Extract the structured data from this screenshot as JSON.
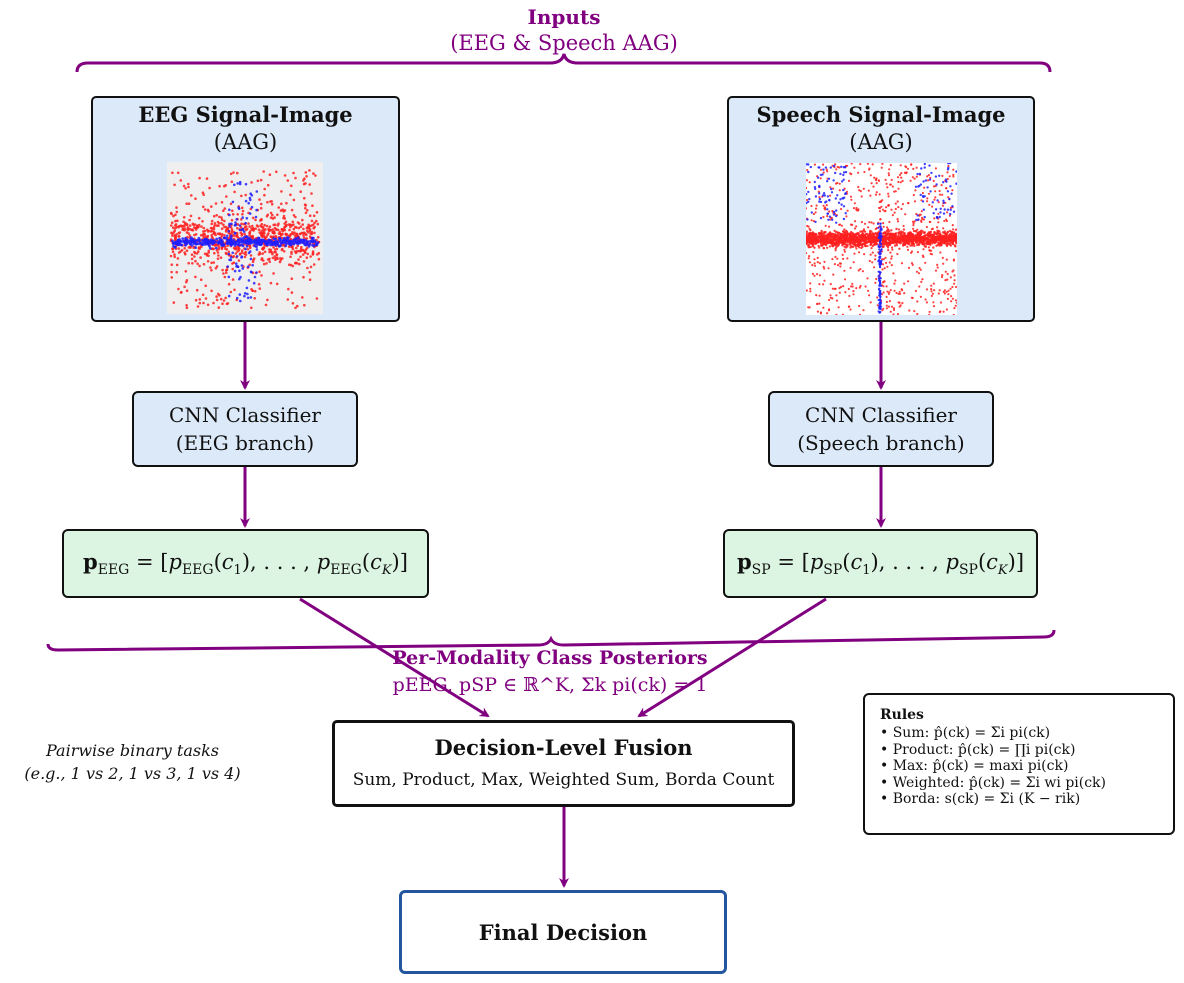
{
  "inputs": {
    "title": "Inputs",
    "subtitle": "(EEG & Speech AAG)"
  },
  "eeg_panel": {
    "title": "EEG Signal-Image",
    "subtitle": "(AAG)"
  },
  "speech_panel": {
    "title": "Speech Signal-Image",
    "subtitle": "(AAG)"
  },
  "eeg_classifier": {
    "line1": "CNN Classifier",
    "line2": "(EEG branch)"
  },
  "speech_classifier": {
    "line1": "CNN Classifier",
    "line2": "(Speech branch)"
  },
  "eeg_posterior": {
    "vec": "p",
    "sub": "EEG",
    "eq": " = [",
    "p": "p",
    "c1": "c",
    "i1": "1",
    "dots": "), . . . , ",
    "cK": "c",
    "iK": "K",
    "close": ")]"
  },
  "speech_posterior": {
    "vec": "p",
    "sub": "SP",
    "eq": " = [",
    "p": "p",
    "c1": "c",
    "i1": "1",
    "dots": "), . . . , ",
    "cK": "c",
    "iK": "K",
    "close": ")]"
  },
  "posteriors_label": {
    "title": "Per-Modality Class Posteriors",
    "formula": "pEEG, pSP ∈ ℝ^K, Σk pi(ck) = 1"
  },
  "fusion": {
    "title": "Decision-Level Fusion",
    "methods": "Sum, Product, Max, Weighted Sum, Borda Count"
  },
  "pairwise_note": {
    "line1": "Pairwise binary tasks",
    "line2": "(e.g., 1 vs 2, 1 vs 3, 1 vs 4)"
  },
  "rules": {
    "title": "Rules",
    "items": [
      "• Sum: p̂(ck) = Σi pi(ck)",
      "• Product: p̂(ck) = ∏i pi(ck)",
      "• Max: p̂(ck) = maxi pi(ck)",
      "• Weighted: p̂(ck) = Σi wi pi(ck)",
      "• Borda: s(ck) = Σi (K − rik)"
    ]
  },
  "final": {
    "label": "Final Decision"
  },
  "colors": {
    "accent": "#800080",
    "panel_blue": "#dce9f8",
    "posterior_green": "#dcf5e2",
    "final_border": "#2456a0",
    "scatter_red": "#ff2020",
    "scatter_blue": "#2020ff"
  }
}
